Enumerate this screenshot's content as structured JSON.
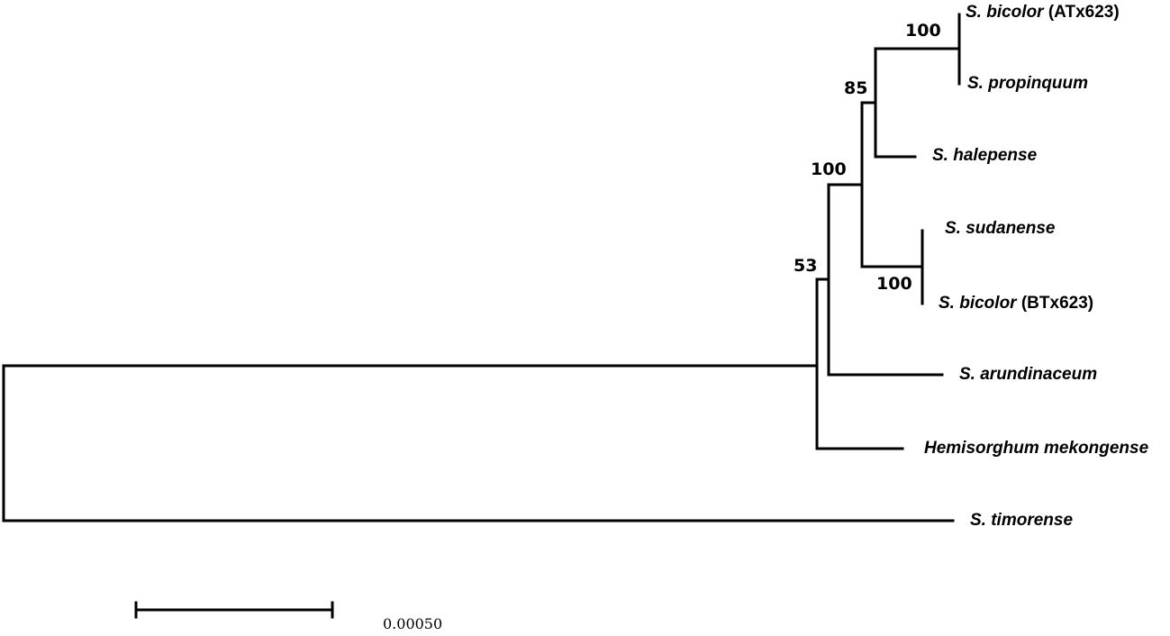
{
  "tree": {
    "taxa": [
      {
        "id": "bicolor-atx623",
        "species": "S. bicolor",
        "strain": "(ATx623)"
      },
      {
        "id": "propinquum",
        "species": "S. propinquum",
        "strain": ""
      },
      {
        "id": "halepense",
        "species": "S. halepense",
        "strain": ""
      },
      {
        "id": "sudanense",
        "species": "S. sudanense",
        "strain": ""
      },
      {
        "id": "bicolor-btx623",
        "species": "S. bicolor",
        "strain": "(BTx623)"
      },
      {
        "id": "arundinaceum",
        "species": "S. arundinaceum",
        "strain": ""
      },
      {
        "id": "hemisorghum",
        "species": "Hemisorghum mekongense",
        "strain": ""
      },
      {
        "id": "timorense",
        "species": "S. timorense",
        "strain": ""
      }
    ],
    "supports": {
      "bicolor_propinquum": "100",
      "with_halepense": "85",
      "sudanense_bicolor_btx": "100",
      "core_clade": "100",
      "with_arundinaceum": "53"
    }
  },
  "scale_bar": {
    "label": "0.00050"
  }
}
